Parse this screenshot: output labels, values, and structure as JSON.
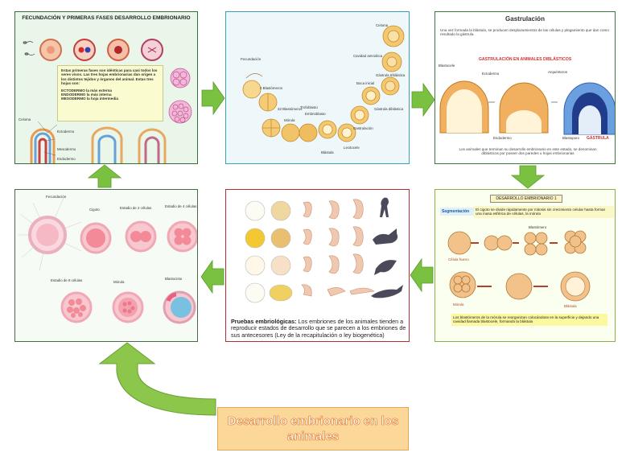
{
  "title": "Desarrollo embrionario en los animales",
  "panel1": {
    "heading": "FECUNDACIÓN Y PRIMERAS FASES DESARROLLO EMBRIONARIO",
    "note_intro": "Estas primeras fases son idénticas para casi todos los seres vivos. Las tres hojas embrionarias dan origen a los distintos tejidos y órganos del animal. Estas tres hojas son:",
    "note_layers": [
      "ECTODERMO la más externa",
      "ENDODERMO la más interna",
      "MESODERMO la hoja intermedia"
    ],
    "labels": [
      "Celoma",
      "Ectodermo",
      "Mesodermo",
      "Endodermo"
    ]
  },
  "panel2": {
    "labels": [
      "Fecundación",
      "2 Blastómeros",
      "32 Blastómeros",
      "Mórula",
      "Trofoblasto",
      "Embrioblasto",
      "Blástula",
      "Lecitocele",
      "Gastrulación",
      "Gástrula diblástica",
      "Gástrula triblástica",
      "Boca inicial",
      "Cavidad amniótica",
      "Celoma"
    ]
  },
  "panel3": {
    "heading": "Gastrulación",
    "intro_text": "Una vez formada la blástula, se producen desplazamientos de las células y plegamiento que dan como resultado la gástrula.",
    "sub_heading": "GASTRULACIÓN EN ANIMALES DIBLÁSTICOS",
    "labels": [
      "Blastocele",
      "Ectodermo",
      "Arquénteron",
      "Endodermo",
      "Blastoporo",
      "GÁSTRULA"
    ],
    "footer": "Los animales que terminan su desarrollo embrionario en este estado, se denominan diblásticos por poseer dos paredes u hojas embrionarias"
  },
  "panel4": {
    "heading": "DESARROLLO EMBRIONARIO 1",
    "seg_label": "Segmentación",
    "seg_text": "El cigoto se divide rápidamente por mitosis sin crecimiento celular hasta formar una masa esférica de células, la mórula",
    "labels": [
      "Célula huevo",
      "Blastómero",
      "Mórula",
      "Blástula"
    ],
    "footer": "Los blastómeros de la mórula se reorganizan colocándose en la superficie y dejando una cavidad llamada blastocele, formando la blástula"
  },
  "panel5": {
    "caption_bold": "Pruebas embriológicas:",
    "caption_text": "Los embriones de los animales tienden a reproducir estados de desarrollo que se parecen a los embriones de sus antecesores (Ley de la recapitulación o ley biogenética)"
  },
  "panel6": {
    "labels": [
      "Fecundación",
      "Cigoto",
      "Estadio de 2 células",
      "Estadio de 4 células",
      "Estadio de 8 células",
      "Mórula",
      "Blastocisto"
    ]
  },
  "colors": {
    "arrow": "#7ac142",
    "arrow_big": "#8cc64a",
    "title_fill": "#fbd79a",
    "title_text": "#e0792a"
  }
}
